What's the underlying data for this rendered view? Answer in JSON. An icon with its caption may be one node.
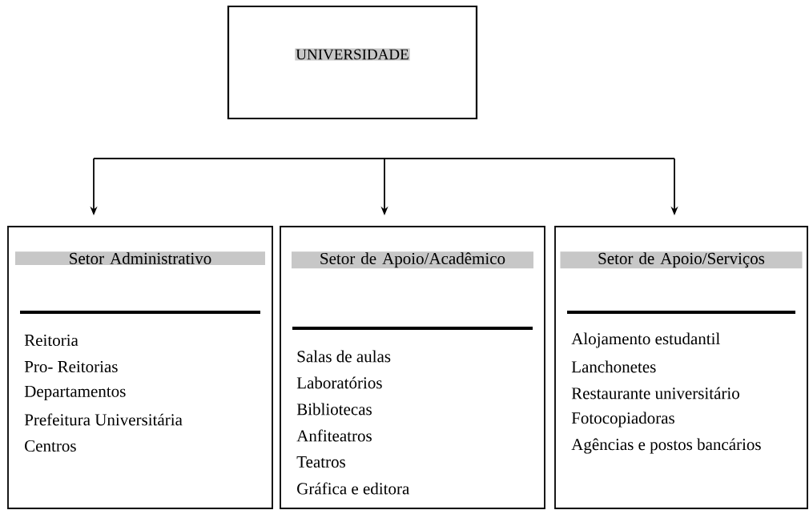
{
  "diagram": {
    "nodes": [
      {
        "text": [
          "UNIVERSIDADE"
        ]
      },
      {
        "text": [
          "Setor Administrativo",
          "Reitoria",
          "Pro- Reitorias",
          "Departamentos",
          "Prefeitura Universitária",
          "Centros"
        ]
      },
      {
        "text": [
          "Setor de Apoio/Acadêmico",
          "Salas de aulas",
          "Laboratórios",
          "Bibliotecas",
          "Anfiteatros",
          "Teatros",
          "Gráfica e editora"
        ]
      },
      {
        "text": [
          "Setor de Apoio/Serviços",
          "Alojamento estudantil",
          "Lanchonetes",
          "Restaurante universitário",
          "Fotocopiadoras",
          "Agências e postos bancários"
        ]
      }
    ],
    "edges": [
      {
        "from": null,
        "to": 1,
        "arrow": "to"
      },
      {
        "from": null,
        "to": 2,
        "arrow": "to"
      },
      {
        "from": null,
        "to": 3,
        "arrow": "to"
      }
    ]
  }
}
